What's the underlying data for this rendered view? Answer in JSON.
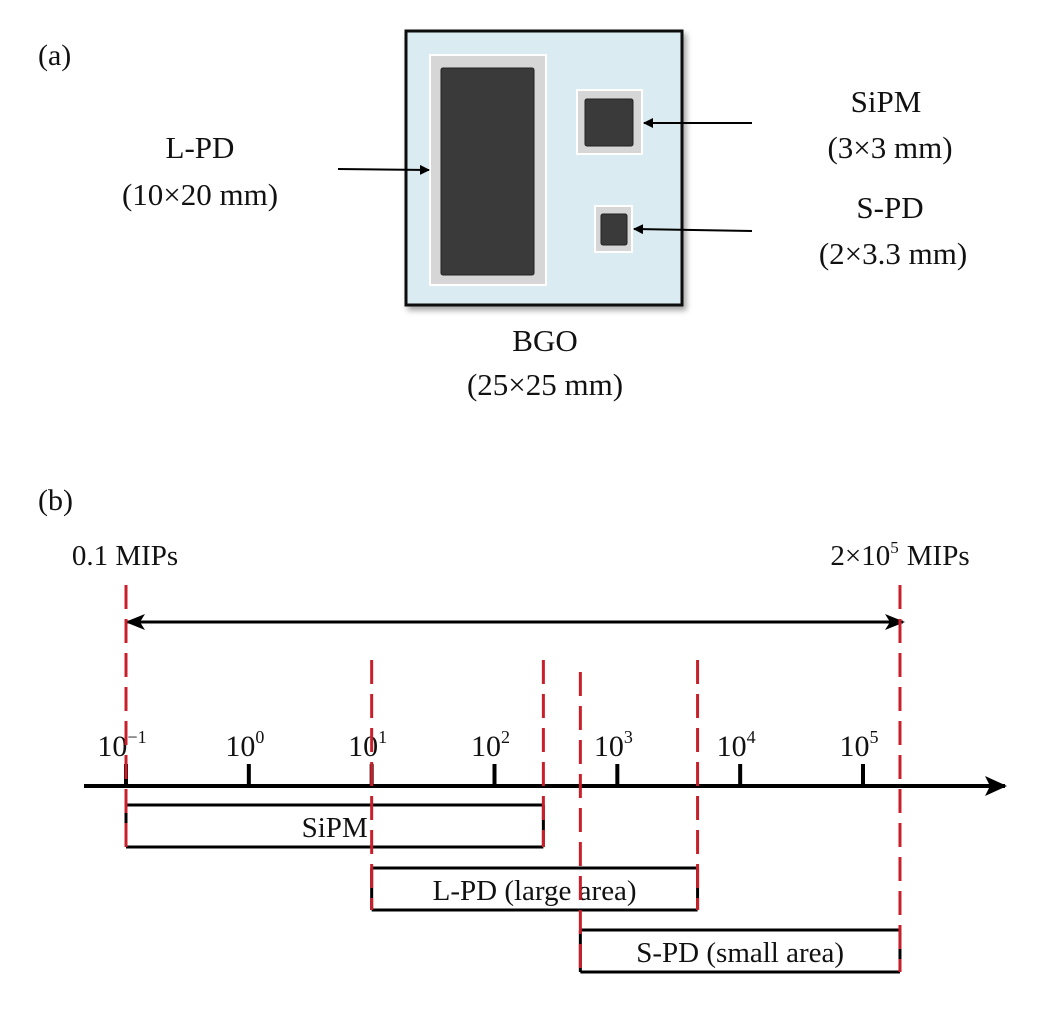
{
  "panel_a": {
    "label": "(a)",
    "bgo": {
      "name": "BGO",
      "size": "(25×25 mm)",
      "color": "#daecf2"
    },
    "lpd": {
      "name": "L-PD",
      "size": "(10×20 mm)"
    },
    "sipm": {
      "name": "SiPM",
      "size": "(3×3 mm)"
    },
    "spd": {
      "name": "S-PD",
      "size": "(2×3.3 mm)"
    },
    "sensor_color": "#3a3a3a",
    "frame_color": "#d6d6d6"
  },
  "panel_b": {
    "label": "(b)",
    "range_min_label": "0.1 MIPs",
    "range_max_label_base": "2×10",
    "range_max_label_exp": "5",
    "range_max_label_unit": "MIPs",
    "range_min": 0.1,
    "range_max": 200000,
    "ticks": [
      {
        "base": "10",
        "exp": "−1",
        "value": 0.1
      },
      {
        "base": "10",
        "exp": "0",
        "value": 1
      },
      {
        "base": "10",
        "exp": "1",
        "value": 10
      },
      {
        "base": "10",
        "exp": "2",
        "value": 100
      },
      {
        "base": "10",
        "exp": "3",
        "value": 1000
      },
      {
        "base": "10",
        "exp": "4",
        "value": 10000
      },
      {
        "base": "10",
        "exp": "5",
        "value": 100000
      }
    ],
    "ranges": [
      {
        "label": "SiPM",
        "from": 0.1,
        "to": 250
      },
      {
        "label": "L-PD (large area)",
        "from": 10,
        "to": 4500
      },
      {
        "label": "S-PD (small area)",
        "from": 500,
        "to": 200000
      }
    ],
    "dash_color": "#c8202a"
  }
}
